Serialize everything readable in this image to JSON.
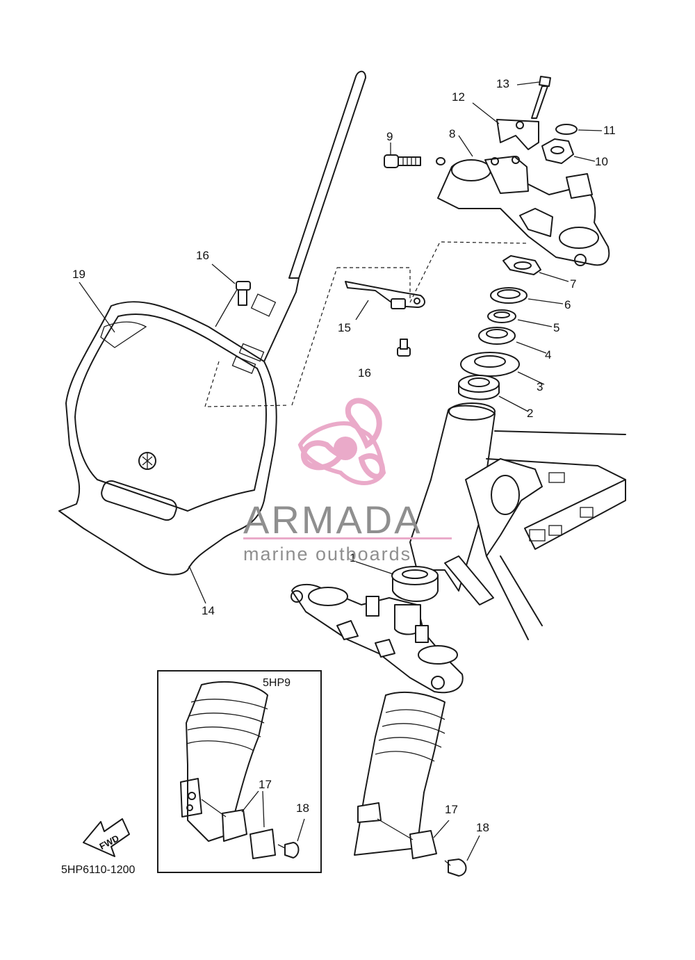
{
  "diagram": {
    "part_numbers": [
      "1",
      "2",
      "3",
      "4",
      "5",
      "6",
      "7",
      "8",
      "9",
      "10",
      "11",
      "12",
      "13",
      "14",
      "15",
      "16",
      "16",
      "17",
      "17",
      "18",
      "18",
      "19"
    ],
    "inset_label": "5HP9",
    "fwd_label": "FWD",
    "drawing_code": "5HP6110-1200"
  },
  "watermark": {
    "brand": "ARMADA",
    "tagline": "marine outboards",
    "colors": {
      "pink": "#e9a6c7",
      "gray": "#8a8a8a",
      "divider": "#e9a6c7"
    }
  }
}
